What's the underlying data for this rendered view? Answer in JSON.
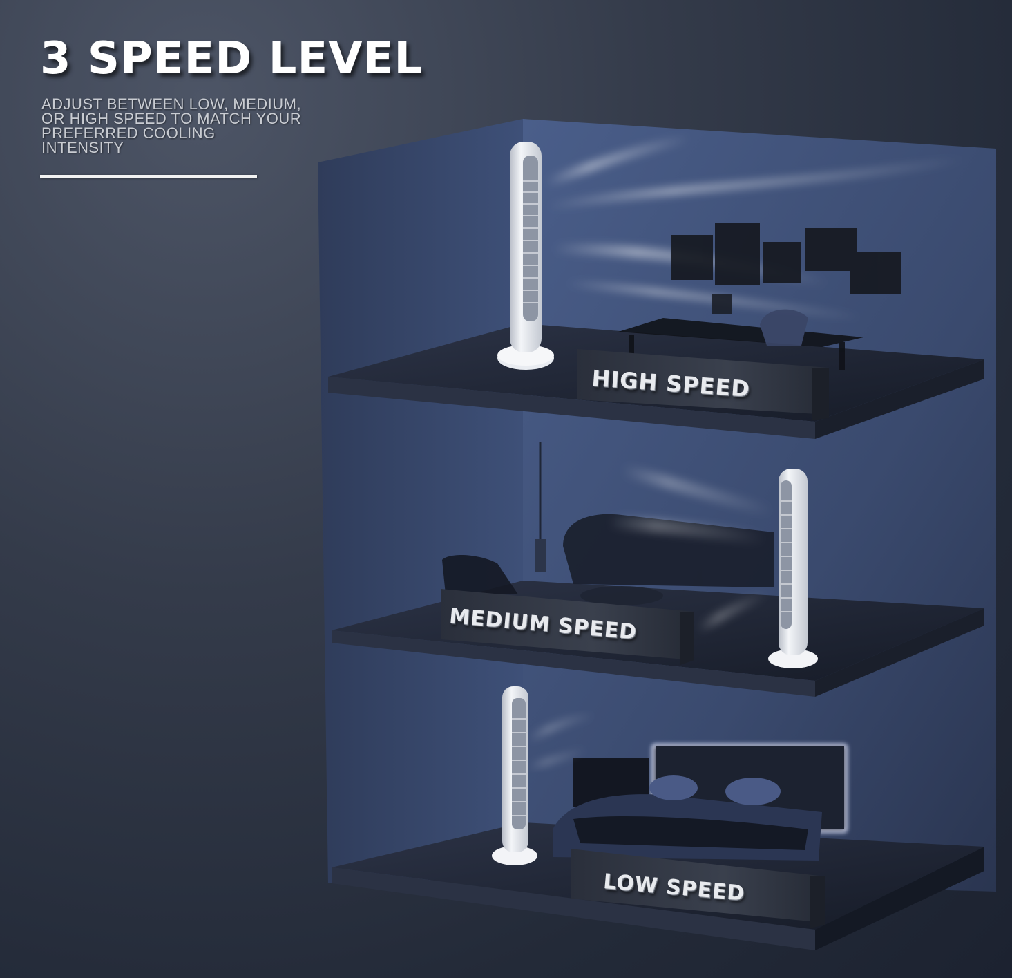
{
  "header": {
    "title": "3 SPEED LEVEL",
    "subtitle_lines": [
      "ADJUST BETWEEN LOW, MEDIUM,",
      "OR HIGH SPEED TO MATCH YOUR",
      "PREFERRED COOLING",
      "INTENSITY"
    ]
  },
  "levels": [
    {
      "label": "HIGH SPEED",
      "room": "office"
    },
    {
      "label": "MEDIUM SPEED",
      "room": "living-room"
    },
    {
      "label": "LOW SPEED",
      "room": "bedroom"
    }
  ],
  "colors": {
    "background": "#2a3140",
    "wall": "#3c4d72",
    "shelf": "#1f2534",
    "fan": "#e6e9ee",
    "text": "#ffffff"
  }
}
